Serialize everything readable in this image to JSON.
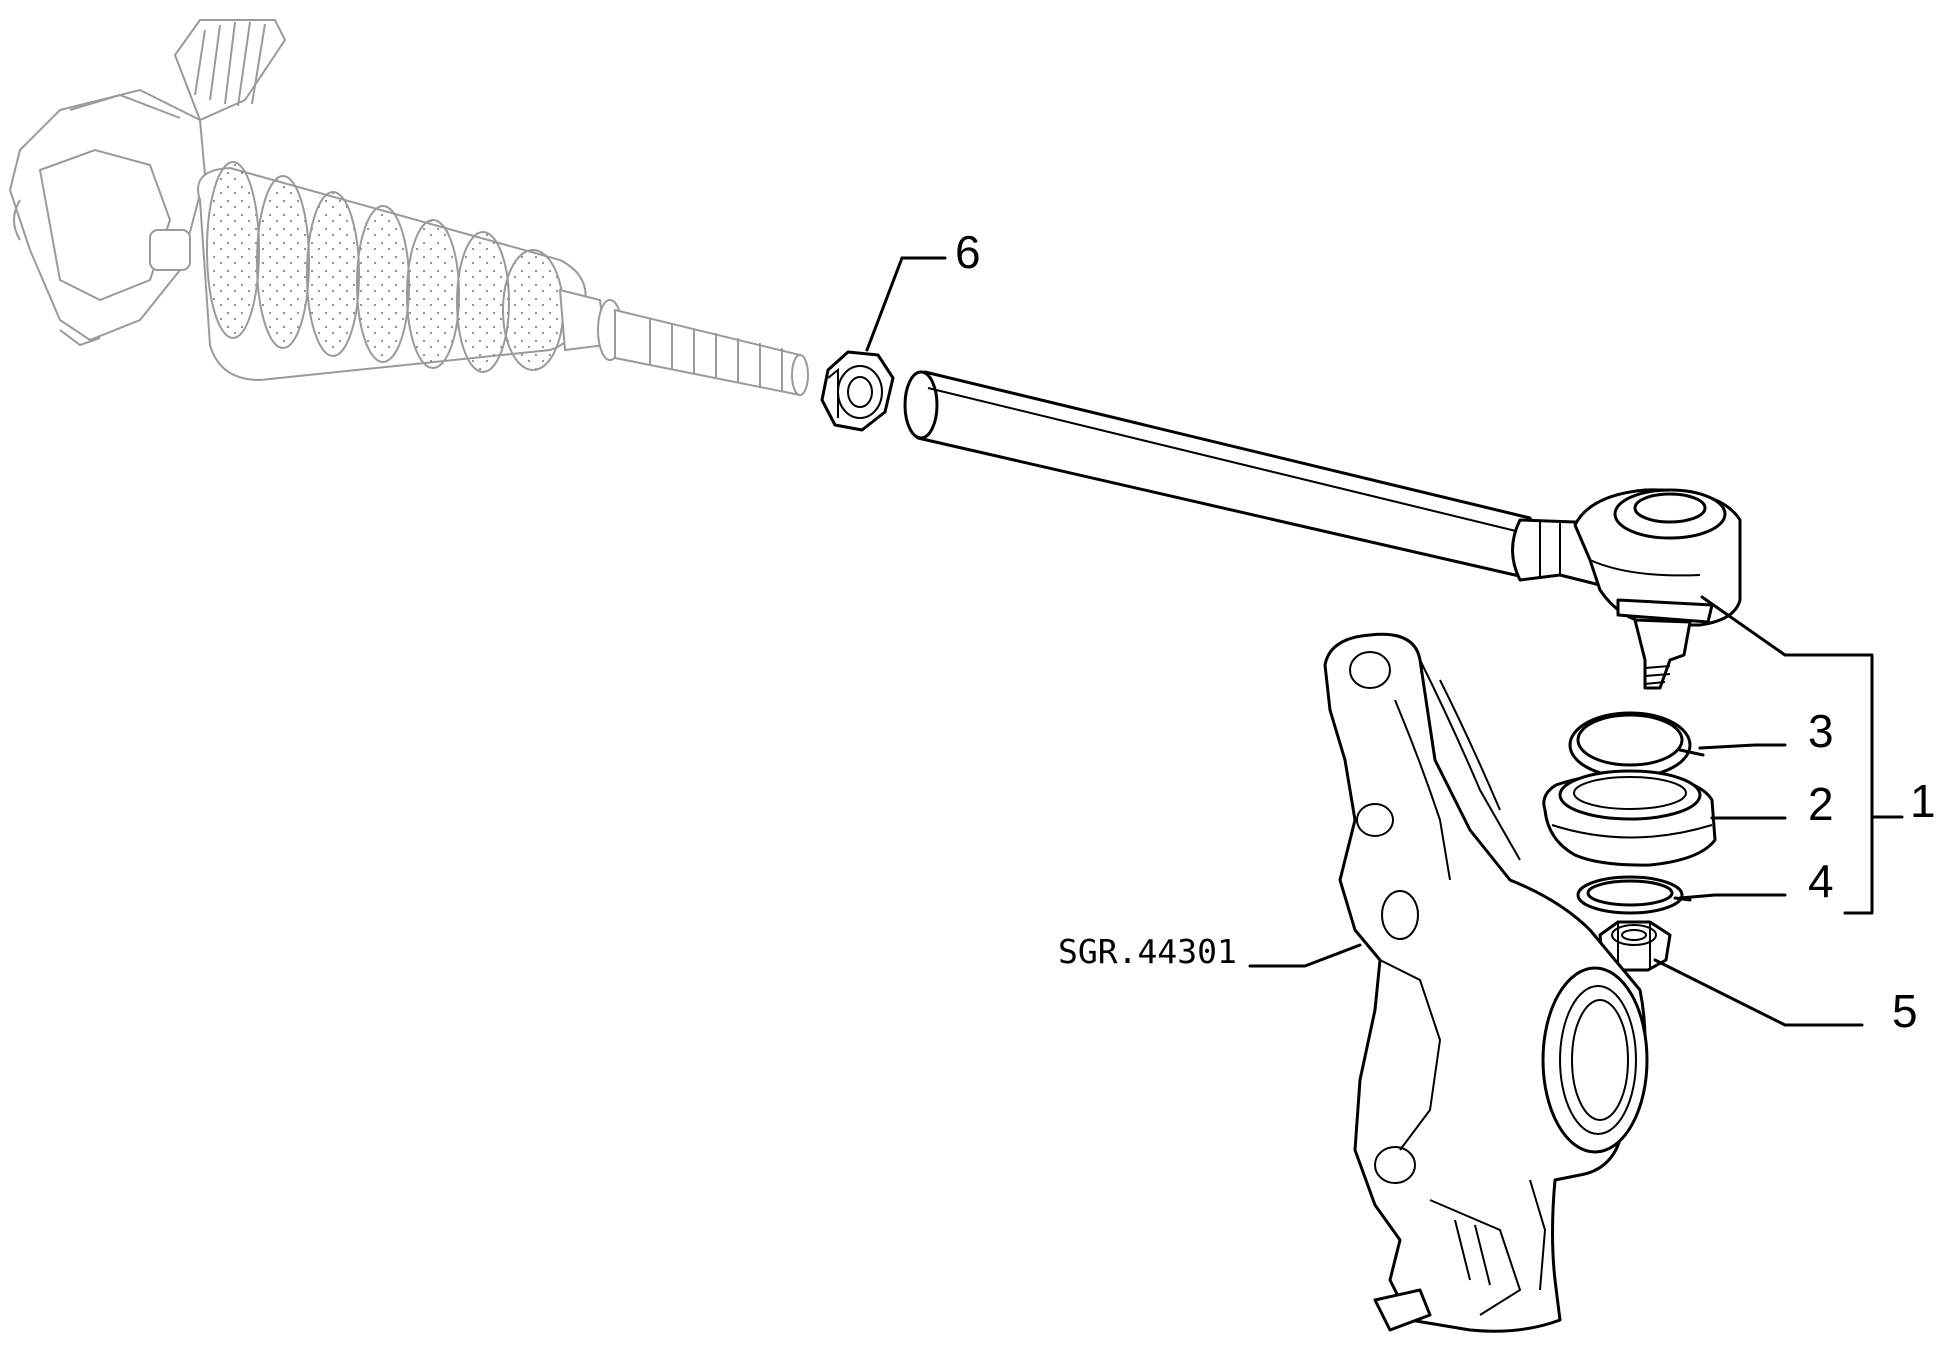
{
  "diagram": {
    "reference_code": "SGR.44301",
    "callouts": [
      {
        "id": "1",
        "label": "1"
      },
      {
        "id": "2",
        "label": "2"
      },
      {
        "id": "3",
        "label": "3"
      },
      {
        "id": "4",
        "label": "4"
      },
      {
        "id": "5",
        "label": "5"
      },
      {
        "id": "6",
        "label": "6"
      }
    ]
  }
}
